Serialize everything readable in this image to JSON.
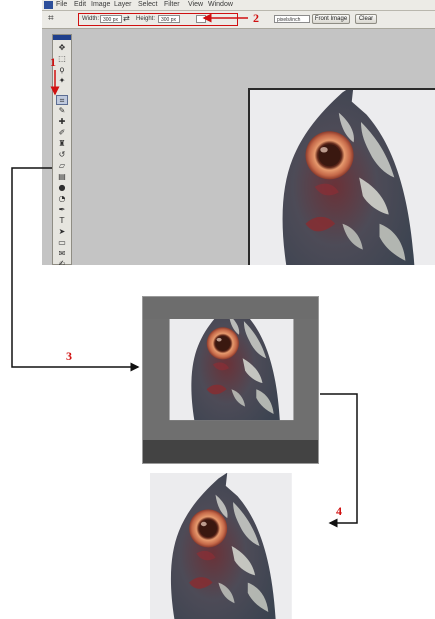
{
  "editor": {
    "menu": [
      "File",
      "Edit",
      "Image",
      "Layer",
      "Select",
      "Filter",
      "View",
      "Window"
    ],
    "options_bar": {
      "tool_icon": "crop-tool-icon",
      "width_label": "Width:",
      "width_value": "300 px",
      "height_label": "Height:",
      "height_value": "300 px",
      "swap_icon": "swap-arrows-icon",
      "resolution_unit": "pixels/inch",
      "front_image_button": "Front Image",
      "clear_button": "Clear"
    },
    "toolbox_icons": [
      "move-tool-icon",
      "marquee-tool-icon",
      "lasso-tool-icon",
      "crop-tool-icon",
      "slice-tool-icon",
      "healing-brush-icon",
      "brush-tool-icon",
      "clone-stamp-icon",
      "history-brush-icon",
      "eraser-tool-icon",
      "gradient-tool-icon",
      "blur-tool-icon",
      "dodge-tool-icon",
      "pen-tool-icon",
      "type-tool-icon",
      "path-select-icon",
      "shape-tool-icon",
      "notes-tool-icon",
      "eyedropper-tool-icon",
      "hand-tool-icon"
    ]
  },
  "steps": {
    "one": "1",
    "two": "2",
    "three": "3",
    "four": "4"
  },
  "colors": {
    "annotation": "#d01010",
    "connector": "#111111",
    "canvas": "#c4c4c4",
    "fish_body": "#4a5563",
    "fish_red": "#7a2a2a",
    "eye_ring": "#d4805a"
  }
}
